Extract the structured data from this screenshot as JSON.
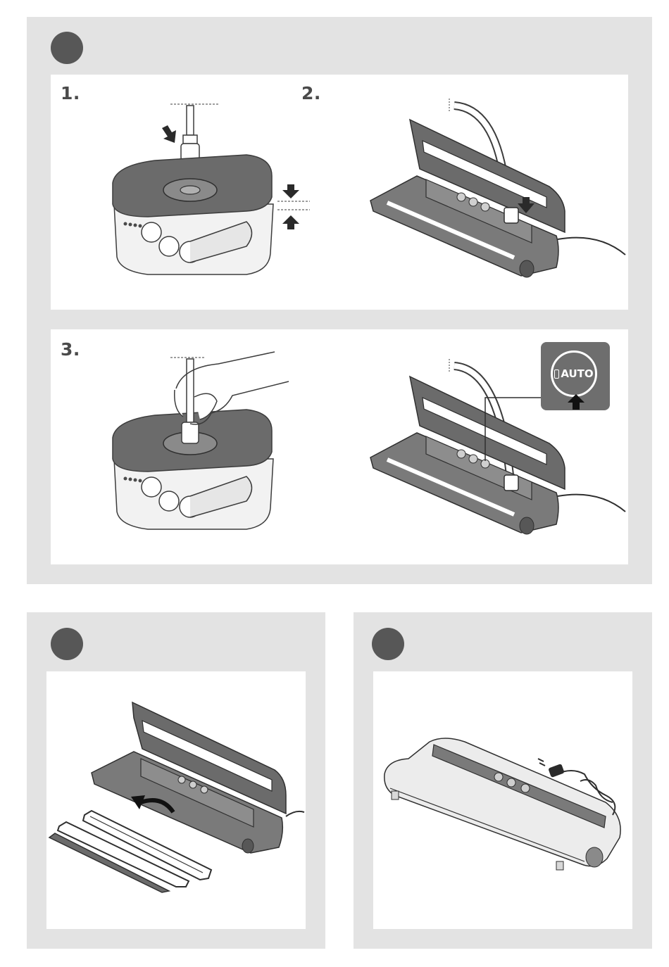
{
  "steps": {
    "step1": "1.",
    "step2": "2.",
    "step3": "3."
  },
  "auto_button": {
    "label": "AUTO"
  },
  "colors": {
    "panel_bg": "#e3e3e3",
    "inner_bg": "#ffffff",
    "section_marker": "#575757",
    "device_dark": "#6b6b6b",
    "line": "#3c3c3c"
  },
  "icons": [
    "down-arrow-icon",
    "up-arrow-icon",
    "curved-arrow-icon",
    "power-plug-icon"
  ]
}
